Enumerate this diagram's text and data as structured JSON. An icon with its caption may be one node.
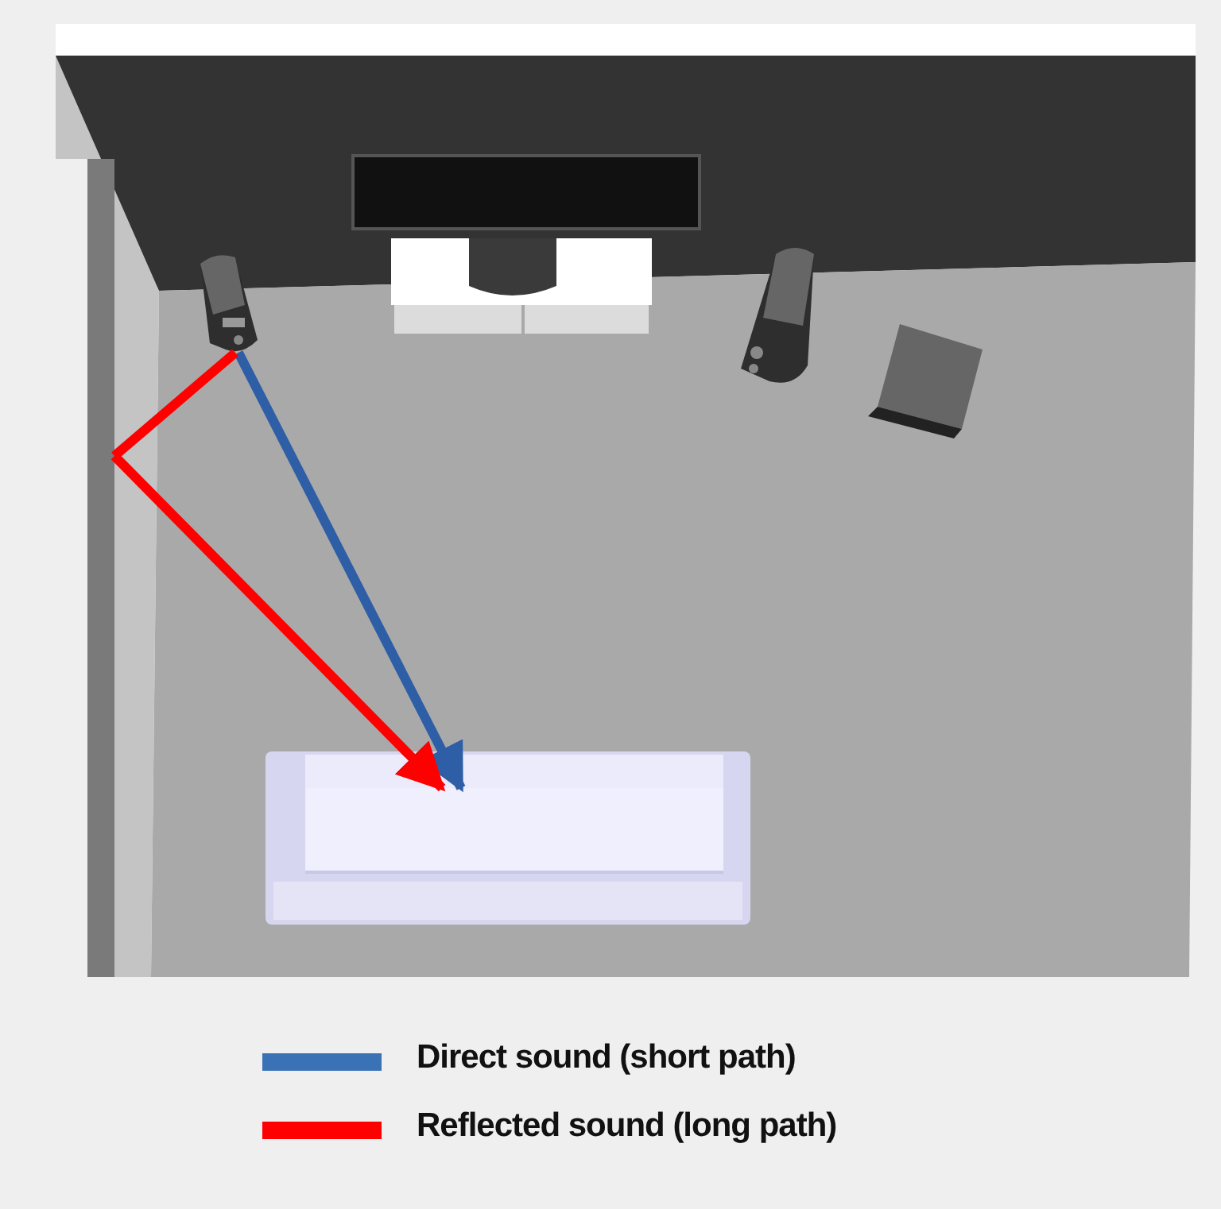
{
  "diagram": {
    "nodes": [
      {
        "text": [],
        "shape": "picture"
      },
      {
        "text": [],
        "shape": "box"
      },
      {
        "text": [],
        "shape": "box"
      }
    ],
    "edges": [
      {
        "from": 0,
        "to": 2,
        "arrow": "to",
        "color": "#2e5ea6"
      },
      {
        "from": 0,
        "to": 1,
        "arrow": "none",
        "color": "#ff0000"
      },
      {
        "from": 1,
        "to": 2,
        "arrow": "to",
        "color": "#ff0000"
      }
    ],
    "legend": [
      {
        "text": "Direct sound (short path)",
        "color": "#3a72b5"
      },
      {
        "text": "Reflected sound (long path)",
        "color": "#ff0000"
      }
    ]
  }
}
